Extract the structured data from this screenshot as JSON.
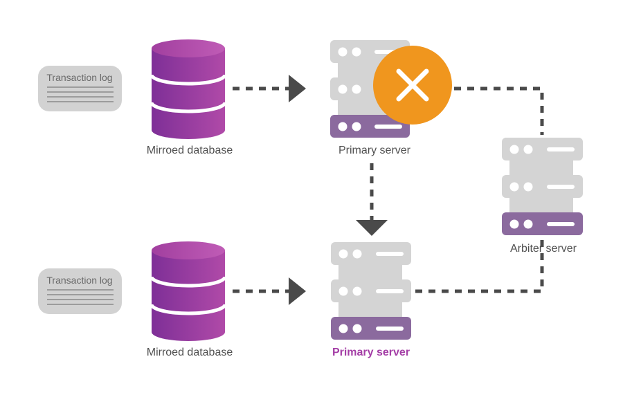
{
  "colors": {
    "server_gray": "#d4d4d4",
    "server_purple": "#8b6a9e",
    "db_purple_top": "#b04aa8",
    "db_purple_body": "#8e3aa0",
    "connector": "#4a4a4a",
    "fail_orange": "#f0961e",
    "note_bg": "#d2d2d2",
    "highlight_text": "#a43ea6"
  },
  "top_row": {
    "log": {
      "label": "Transaction log",
      "icon": "document-icon"
    },
    "database": {
      "label": "Mirroed database",
      "icon": "database-icon"
    },
    "server": {
      "label": "Primary server",
      "icon": "server-icon",
      "status_icon": "failure-x-icon"
    }
  },
  "bottom_row": {
    "log": {
      "label": "Transaction log",
      "icon": "document-icon"
    },
    "database": {
      "label": "Mirroed database",
      "icon": "database-icon"
    },
    "server": {
      "label": "Primary server",
      "icon": "server-icon"
    }
  },
  "arbiter": {
    "label": "Arbiter server",
    "icon": "server-icon"
  }
}
